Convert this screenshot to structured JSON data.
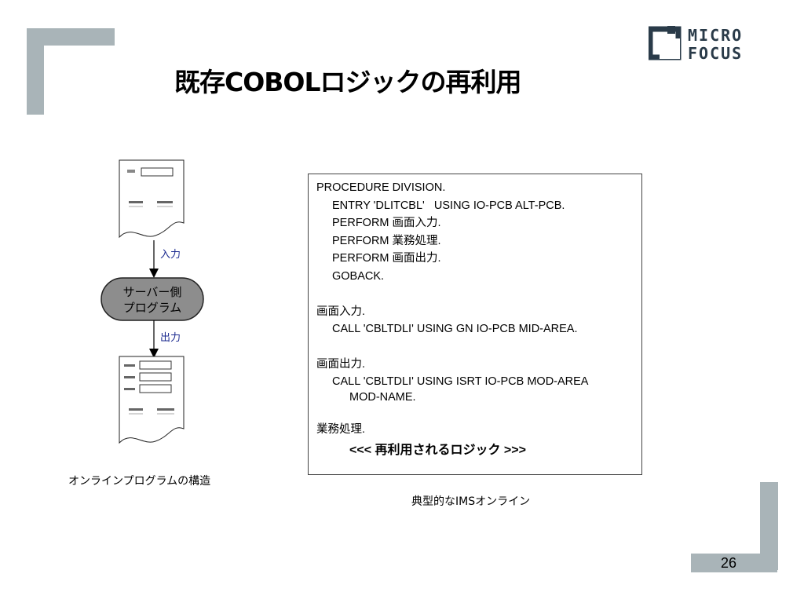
{
  "slide": {
    "title": "既存COBOLロジックの再利用",
    "page_number": "26"
  },
  "logo": {
    "line1": "MICRO",
    "line2": "FOCUS"
  },
  "diagram": {
    "input_label": "入力",
    "output_label": "出力",
    "server_line1": "サーバー側",
    "server_line2": "プログラム",
    "caption": "オンラインプログラムの構造"
  },
  "code": {
    "lines": [
      "PROCEDURE DIVISION.",
      "ENTRY 'DLITCBL'   USING IO-PCB ALT-PCB.",
      "PERFORM 画面入力.",
      "PERFORM 業務処理.",
      "PERFORM 画面出力.",
      "GOBACK.",
      "画面入力.",
      "CALL 'CBLTDLI' USING GN IO-PCB MID-AREA.",
      "画面出力.",
      "CALL 'CBLTDLI' USING ISRT IO-PCB MOD-AREA",
      "MOD-NAME.",
      "業務処理.",
      "<<< 再利用されるロジック >>>"
    ],
    "caption": "典型的なIMSオンライン"
  }
}
